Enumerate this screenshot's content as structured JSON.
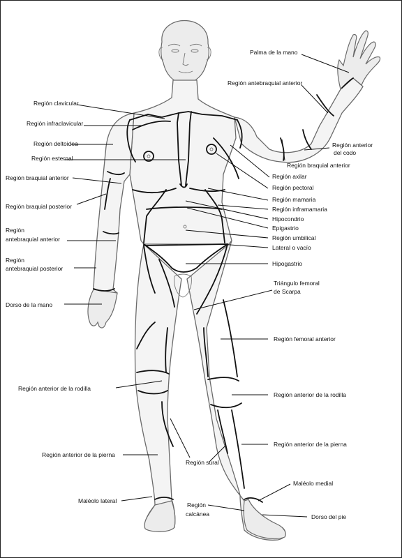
{
  "colors": {
    "ink": "#111111",
    "outline": "#6a6a6a",
    "paper": "#ffffff"
  },
  "labels": {
    "palma_mano": "Palma de la mano",
    "antebraquial_anterior_der": "Región antebraquial anterior",
    "clavicular": "Región clavicular",
    "infraclavicular": "Región infraclavicular",
    "deltoidea": "Región deltoidea",
    "esternal": "Región esternal",
    "anterior_codo_1": "Región anterior",
    "anterior_codo_2": "del codo",
    "braquial_anterior_der": "Región braquial anterior",
    "braquial_anterior_izq": "Región braquial anterior",
    "axilar": "Región axilar",
    "pectoral": "Región pectoral",
    "braquial_posterior": "Región braquial posterior",
    "mamaria": "Región mamaria",
    "inframamaria": "Región inframamaria",
    "hipocondrio": "Hipocondrio",
    "antebraquial_anterior_izq_1": "Región",
    "antebraquial_anterior_izq_2": "antebraquial anterior",
    "epigastrio": "Epigastrio",
    "umbilical": "Región umbilical",
    "lateral_vacio": "Lateral o vacío",
    "antebraquial_posterior_1": "Región",
    "antebraquial_posterior_2": "antebraquial posterior",
    "hipogastrio": "Hipogastrio",
    "triangulo_1": "Triángulo femoral",
    "triangulo_2": "de Scarpa",
    "dorso_mano": "Dorso de la mano",
    "femoral_anterior": "Región femoral anterior",
    "rodilla_izq": "Región anterior de la rodilla",
    "rodilla_der": "Región anterior de la rodilla",
    "pierna_der": "Región anterior de la pierna",
    "pierna_izq": "Región anterior de la pierna",
    "sural": "Región sural",
    "maleolo_medial": "Maléolo medial",
    "maleolo_lateral": "Maléolo lateral",
    "calcanea_1": "Región",
    "calcanea_2": "calcánea",
    "dorso_pie": "Dorso del pie"
  }
}
